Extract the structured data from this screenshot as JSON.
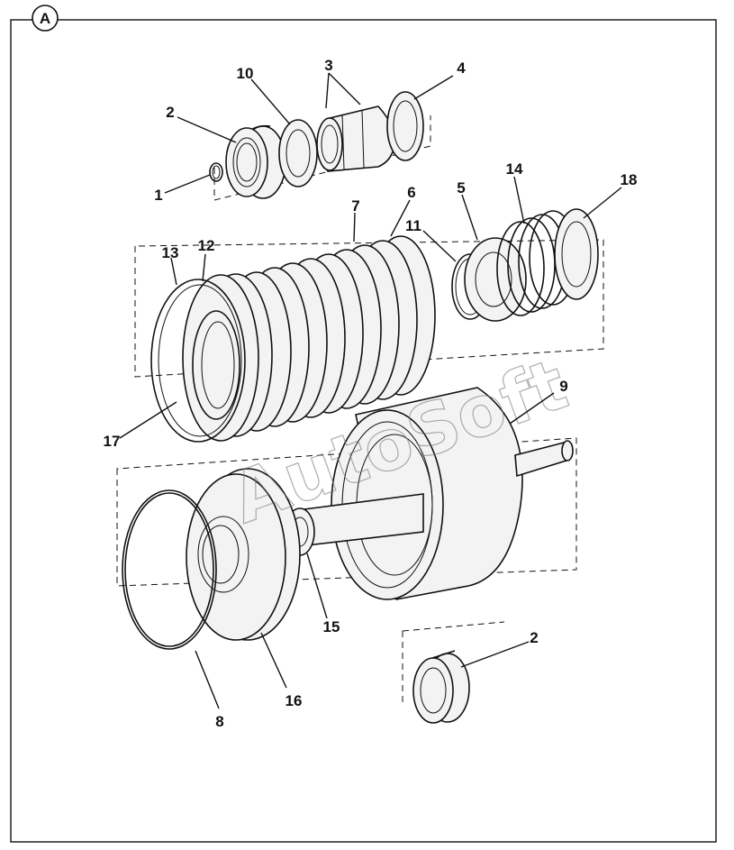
{
  "badge": "A",
  "watermark": "AutoSoft",
  "callouts": {
    "c1": "1",
    "c2a": "2",
    "c2b": "2",
    "c3": "3",
    "c4": "4",
    "c5": "5",
    "c6": "6",
    "c7": "7",
    "c8": "8",
    "c9": "9",
    "c10": "10",
    "c11": "11",
    "c12": "12",
    "c13": "13",
    "c14": "14",
    "c15": "15",
    "c16": "16",
    "c17": "17",
    "c18": "18"
  }
}
